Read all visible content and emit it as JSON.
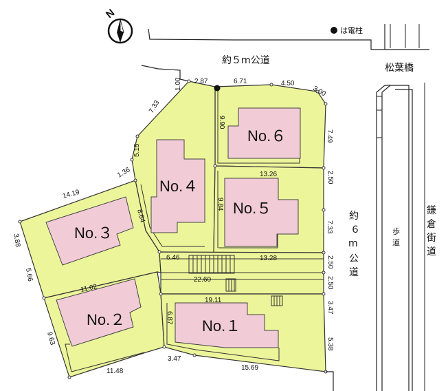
{
  "legend": {
    "utility_pole": "は電柱"
  },
  "north": "N",
  "roads": {
    "north_road": "約５m公道",
    "east_road": [
      "約",
      "６",
      "m",
      "公",
      "道"
    ],
    "bridge": "松葉橋",
    "sidewalk": [
      "歩",
      "道"
    ],
    "kamakura_highway": [
      "鎌",
      "倉",
      "街",
      "道"
    ]
  },
  "lots": [
    "No.１",
    "No.２",
    "No.３",
    "No.４",
    "No.５",
    "No.６"
  ],
  "dimensions": {
    "d_1_00": "1.00",
    "d_2_87": "2.87",
    "d_6_71": "6.71",
    "d_4_50": "4.50",
    "d_3_00": "3.00",
    "d_7_33_nw": "7.33",
    "d_9_90": "9.90",
    "d_7_49": "7.49",
    "d_5_15": "5.15",
    "d_13_26": "13.26",
    "d_2_50_a": "2.50",
    "d_1_36": "1.36",
    "d_14_19": "14.19",
    "d_8_64": "8.64",
    "d_9_84": "9.84",
    "d_7_33_e": "7.33",
    "d_3_88": "3.88",
    "d_6_46": "6.46",
    "d_13_28": "13.28",
    "d_2_50_b": "2.50",
    "d_5_66": "5.66",
    "d_22_60": "22.60",
    "d_11_02": "11.02",
    "d_2_50_c": "2.50",
    "d_19_11": "19.11",
    "d_3_47_e": "3.47",
    "d_6_87": "6.87",
    "d_9_63": "9.63",
    "d_5_38": "5.38",
    "d_3_47_s": "3.47",
    "d_11_48": "11.48",
    "d_15_69": "15.69"
  },
  "colors": {
    "lot_fill": "#ecf59a",
    "house_fill": "#f1cbd6",
    "line": "#333333"
  }
}
